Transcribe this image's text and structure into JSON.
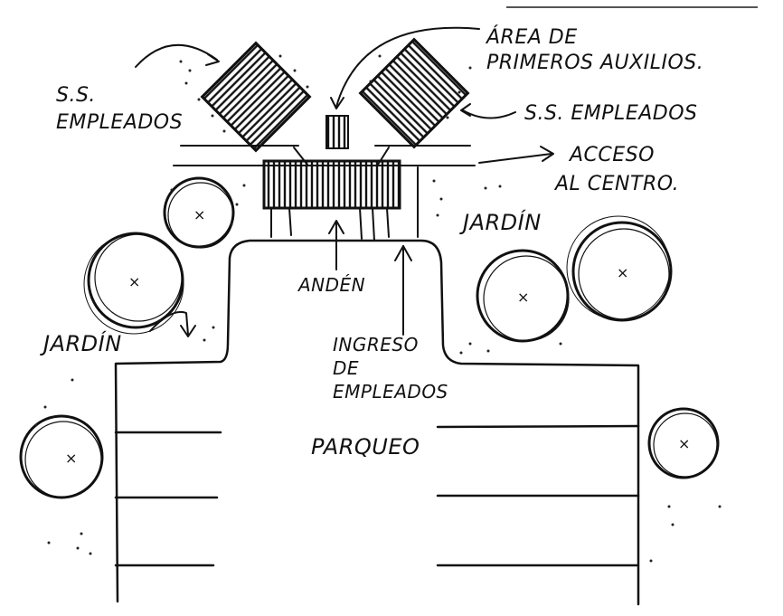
{
  "labels": {
    "area_primeros_auxilios_line1": "ÁREA DE",
    "area_primeros_auxilios_line2": "PRIMEROS AUXILIOS.",
    "ss_empleados_left_line1": "S.S.",
    "ss_empleados_left_line2": "EMPLEADOS",
    "ss_empleados_right": "S.S. EMPLEADOS",
    "acceso_line1": "ACCESO",
    "acceso_line2": "AL CENTRO.",
    "jardin_right": "JARDÍN",
    "jardin_left": "JARDÍN",
    "anden": "ANDÉN",
    "ingreso_line1": "INGRESO",
    "ingreso_line2": "DE",
    "ingreso_line3": "EMPLEADOS",
    "parqueo": "PARQUEO"
  },
  "colors": {
    "ink": "#111111",
    "paper": "#ffffff"
  }
}
